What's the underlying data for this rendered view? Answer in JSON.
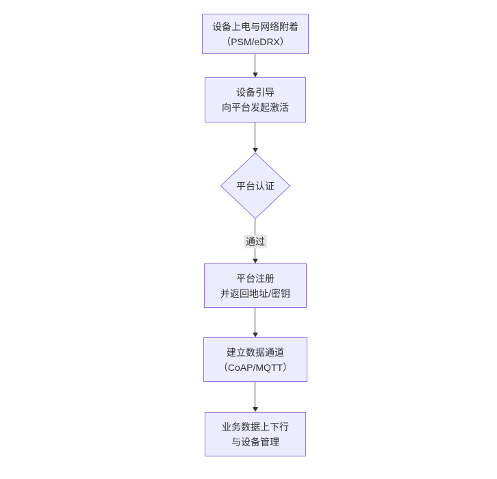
{
  "diagram": {
    "type": "flowchart-top-down",
    "colors": {
      "canvas_bg": "#ffffff",
      "node_fill": "#ECECFF",
      "node_border": "#9370DB",
      "text_color": "#333333",
      "arrow_color": "#333333",
      "edge_label_bg": "#e8e8e8"
    },
    "nodes": [
      {
        "id": "power-attach",
        "shape": "rect",
        "line1": "设备上电与网络附着",
        "line2": "（PSM/eDRX）"
      },
      {
        "id": "device-bootstrap",
        "shape": "rect",
        "line1": "设备引导",
        "line2": "向平台发起激活"
      },
      {
        "id": "platform-auth",
        "shape": "diamond",
        "line1": "平台认证",
        "line2": ""
      },
      {
        "id": "platform-register",
        "shape": "rect",
        "line1": "平台注册",
        "line2": "并返回地址/密钥"
      },
      {
        "id": "data-channel",
        "shape": "rect",
        "line1": "建立数据通道",
        "line2": "（CoAP/MQTT）"
      },
      {
        "id": "business-data",
        "shape": "rect",
        "line1": "业务数据上下行",
        "line2": "与设备管理"
      }
    ],
    "edges": [
      {
        "from": "power-attach",
        "to": "device-bootstrap",
        "label": ""
      },
      {
        "from": "device-bootstrap",
        "to": "platform-auth",
        "label": ""
      },
      {
        "from": "platform-auth",
        "to": "platform-register",
        "label": "通过"
      },
      {
        "from": "platform-register",
        "to": "data-channel",
        "label": ""
      },
      {
        "from": "data-channel",
        "to": "business-data",
        "label": ""
      }
    ]
  }
}
